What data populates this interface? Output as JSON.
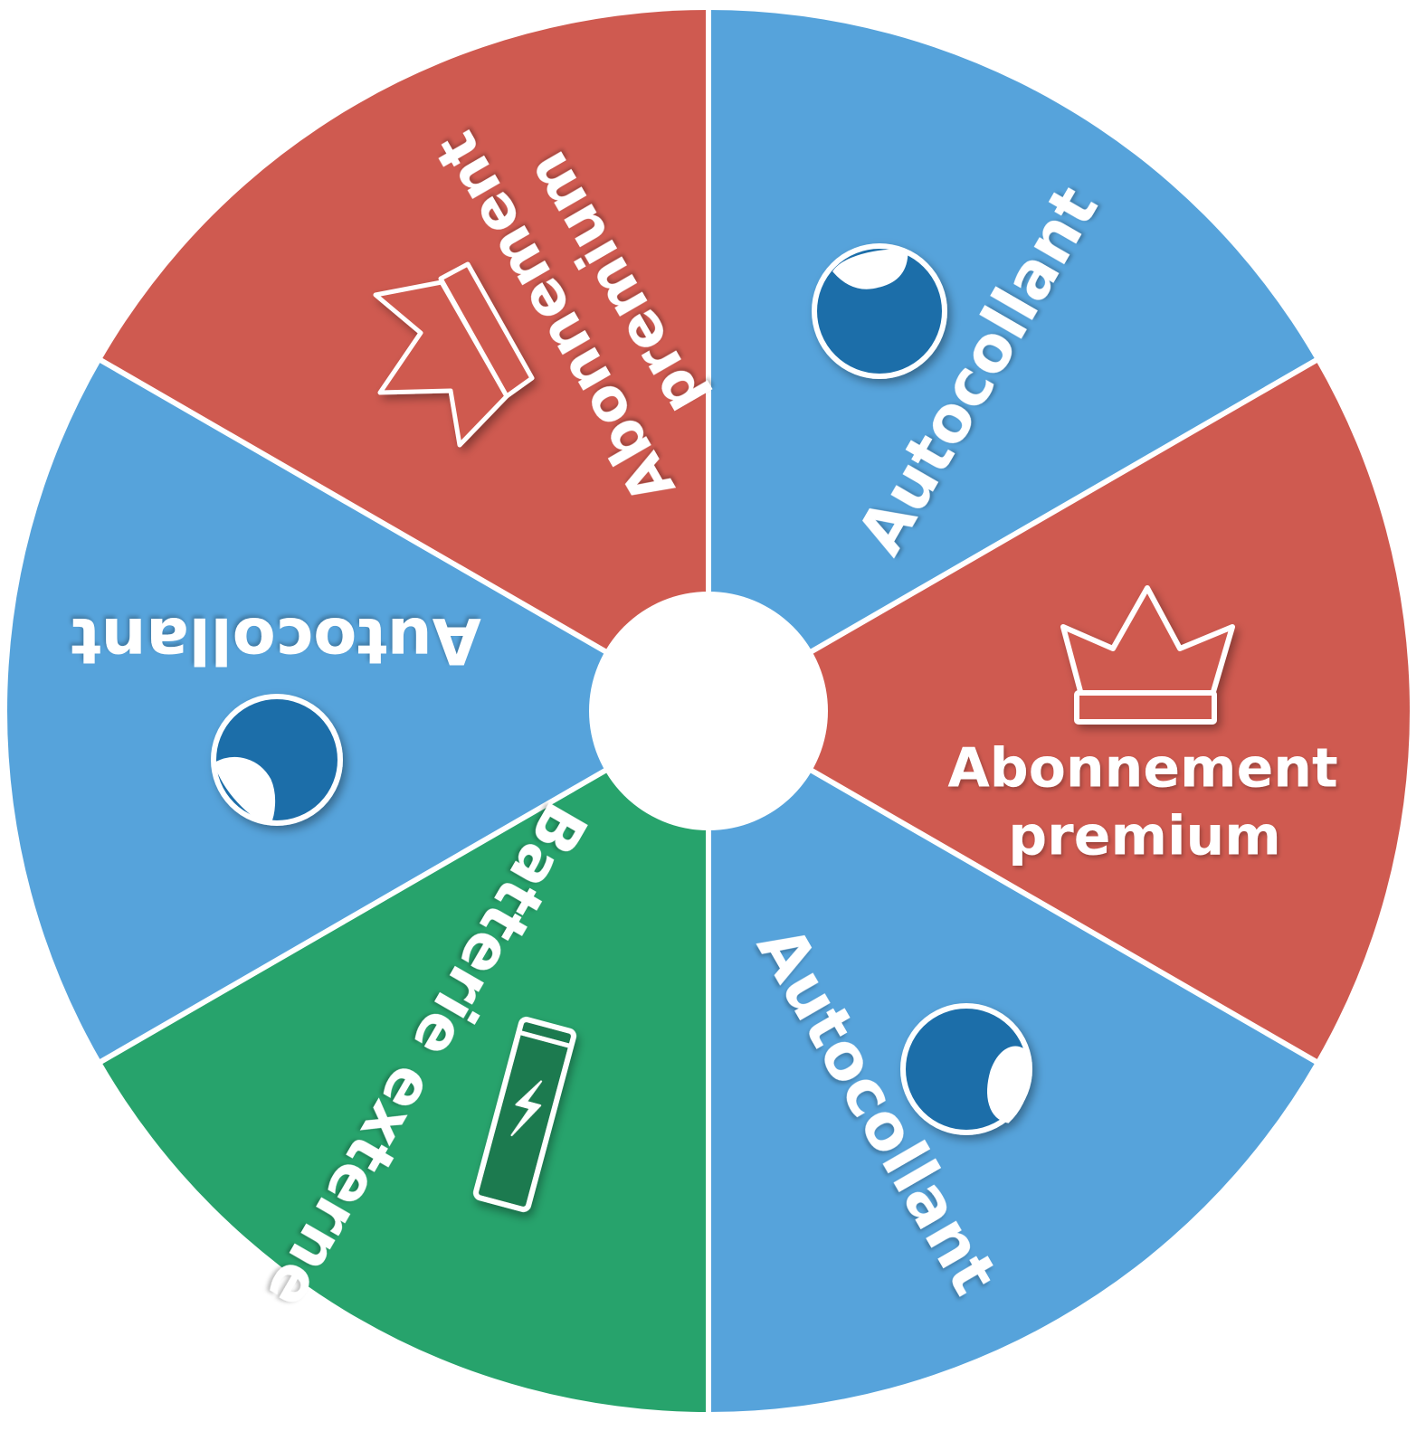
{
  "wheel": {
    "colors": {
      "red": "#cf5a50",
      "blue": "#56a3db",
      "green": "#27a36c",
      "separator": "#ffffff",
      "hub": "#ffffff",
      "sticker_fill": "#1e6ea9",
      "battery_fill": "#1e7a50",
      "icon_stroke": "#ffffff"
    },
    "segments": [
      {
        "id": "top-right",
        "color": "blue",
        "icon": "sticker-icon",
        "label_lines": [
          "Autocollant"
        ]
      },
      {
        "id": "right",
        "color": "red",
        "icon": "crown-icon",
        "label_lines": [
          "Abonnement",
          "premium"
        ]
      },
      {
        "id": "bottom-right",
        "color": "blue",
        "icon": "sticker-icon",
        "label_lines": [
          "Autocollant"
        ]
      },
      {
        "id": "bottom-left",
        "color": "green",
        "icon": "battery-icon",
        "label_lines": [
          "Batterie externe"
        ]
      },
      {
        "id": "left",
        "color": "blue",
        "icon": "sticker-icon",
        "label_lines": [
          "Autocollant"
        ]
      },
      {
        "id": "top-left",
        "color": "red",
        "icon": "ribbon-icon",
        "label_lines": [
          "Abonnement",
          "premium"
        ]
      }
    ]
  }
}
